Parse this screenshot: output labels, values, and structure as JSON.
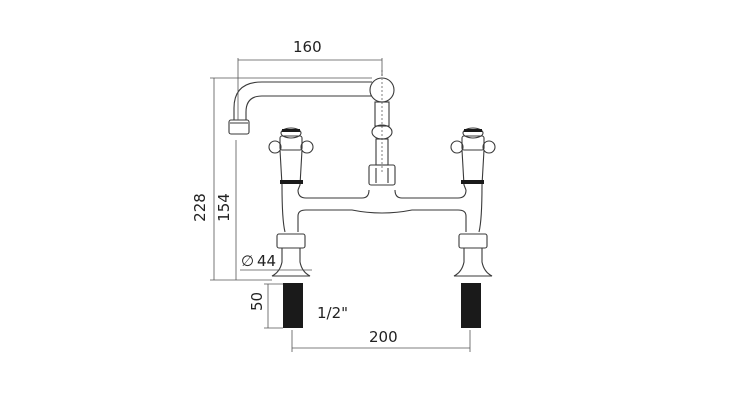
{
  "diagram": {
    "subject": "bridge mixer tap technical drawing",
    "dimensions": {
      "spout_reach": "160",
      "total_height": "228",
      "spout_height": "154",
      "base_diameter_symbol": "∅",
      "base_diameter": "44",
      "thread_length": "50",
      "thread_size": "1/2\"",
      "centers": "200"
    },
    "colors": {
      "line": "#3a3a3a",
      "dim_line": "#555555",
      "fill_dark": "#1a1a1a",
      "background": "#ffffff"
    }
  }
}
